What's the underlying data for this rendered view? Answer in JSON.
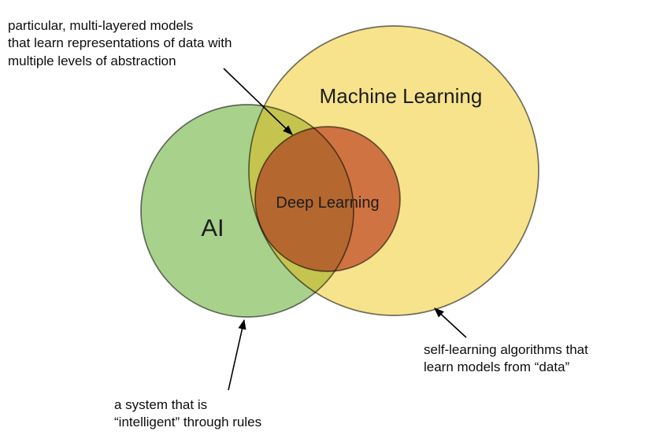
{
  "colors": {
    "background": "#ffffff",
    "ml_fill": "#f6e38c",
    "ai_fill": "#a8d18c",
    "dl_fill": "#cf7342",
    "ai_ml_overlap_fill": "#c5c44f",
    "dl_ai_overlap_fill": "#b4682f",
    "outline": "#000000",
    "label_text": "#1c1c1c",
    "annotation_text": "#0d0d0d"
  },
  "venn": {
    "ml_label": "Machine Learning",
    "ai_label": "AI",
    "dl_label": "Deep Learning"
  },
  "annotations": {
    "dl_note": {
      "lines": [
        "particular, multi-layered models",
        "that learn representations of data with",
        "multiple levels of abstraction"
      ]
    },
    "ml_note": {
      "lines": [
        "self-learning algorithms that",
        "learn models from “data”"
      ]
    },
    "ai_note": {
      "lines": [
        "a system that is",
        "“intelligent” through rules"
      ]
    }
  }
}
